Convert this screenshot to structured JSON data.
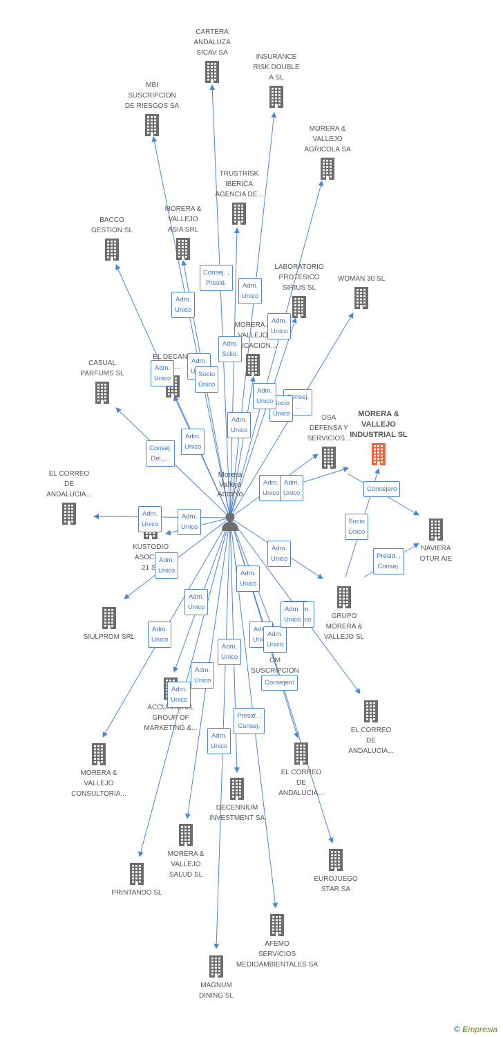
{
  "person": {
    "name_lines": [
      "Morera",
      "Vallejo",
      "Antonio"
    ]
  },
  "focus_company": {
    "lines": [
      "MORERA &",
      "VALLEJO",
      "INDUSTRIAL SL"
    ]
  },
  "companies": [
    {
      "id": "cartera",
      "lines": [
        "CARTERA",
        "ANDALUZA",
        "SICAV SA"
      ]
    },
    {
      "id": "insurance",
      "lines": [
        "INSURANCE",
        "RISK DOUBLE",
        "A SL"
      ]
    },
    {
      "id": "mbi",
      "lines": [
        "MBI",
        "SUSCRIPCION",
        "DE RIESGOS SA"
      ]
    },
    {
      "id": "agricola",
      "lines": [
        "MORERA &",
        "VALLEJO",
        "AGRICOLA SA"
      ]
    },
    {
      "id": "trustrisk",
      "lines": [
        "TRUSTRISK",
        "IBERICA",
        "AGENCIA DE..."
      ]
    },
    {
      "id": "bacco",
      "lines": [
        "BACCO",
        "GESTION SL"
      ]
    },
    {
      "id": "asia",
      "lines": [
        "MORERA &",
        "VALLEJO",
        "ASIA SRL"
      ]
    },
    {
      "id": "laboratorio",
      "lines": [
        "LABORATORIO",
        "PROTESICO",
        "SIRIUS SL"
      ]
    },
    {
      "id": "woman",
      "lines": [
        "WOMAN 30 SL"
      ]
    },
    {
      "id": "educacion",
      "lines": [
        "MORERA &",
        "VALLEJO",
        "EDUCACION..."
      ]
    },
    {
      "id": "decano",
      "lines": [
        "EL DECANO",
        "DE..."
      ]
    },
    {
      "id": "casual",
      "lines": [
        "CASUAL",
        "PARFUMS SL"
      ]
    },
    {
      "id": "dsa",
      "lines": [
        "DSA",
        "DEFENSA Y",
        "SERVICIOS..."
      ]
    },
    {
      "id": "correo1",
      "lines": [
        "EL CORREO",
        "DE",
        "ANDALUCIA..."
      ]
    },
    {
      "id": "kustodio",
      "lines": [
        "KUSTODIO",
        "ASOCIA...",
        "21 SL"
      ]
    },
    {
      "id": "naviera",
      "lines": [
        "NAVIERA",
        "OTUR AIE"
      ]
    },
    {
      "id": "grupo",
      "lines": [
        "GRUPO",
        "MORERA &",
        "VALLEJO SL"
      ]
    },
    {
      "id": "siulprom",
      "lines": [
        "SIULPROM SRL"
      ]
    },
    {
      "id": "om",
      "lines": [
        "OM",
        "SUSCRIPCION",
        "DE R..."
      ]
    },
    {
      "id": "correo2",
      "lines": [
        "EL CORREO",
        "DE",
        "ANDALUCIA..."
      ]
    },
    {
      "id": "accuracall",
      "lines": [
        "ACCURACALL",
        "GROUP OF",
        "MARKETING &..."
      ]
    },
    {
      "id": "consultoria",
      "lines": [
        "MORERA &",
        "VALLEJO",
        "CONSULTORIA..."
      ]
    },
    {
      "id": "correo3",
      "lines": [
        "EL CORREO",
        "DE",
        "ANDALUCIA..."
      ]
    },
    {
      "id": "decennium",
      "lines": [
        "DECENNIUM",
        "INVESTMENT SA"
      ]
    },
    {
      "id": "salud",
      "lines": [
        "MORERA &",
        "VALLEJO",
        "SALUD SL"
      ]
    },
    {
      "id": "eurojuego",
      "lines": [
        "EUROJUEGO",
        "STAR SA"
      ]
    },
    {
      "id": "printando",
      "lines": [
        "PRINTANDO SL"
      ]
    },
    {
      "id": "afemo",
      "lines": [
        "AFEMO",
        "SERVICIOS",
        "MEDIOAMBIENTALES SA"
      ]
    },
    {
      "id": "magnum",
      "lines": [
        "MAGNUM",
        "DINING SL"
      ]
    }
  ],
  "badges": [
    {
      "lines": [
        "Consej. ,",
        "Presid."
      ]
    },
    {
      "lines": [
        "Adm.",
        "Unico"
      ]
    },
    {
      "lines": [
        "Adm.",
        "Unico"
      ]
    },
    {
      "lines": [
        "Adm.",
        "Unico"
      ]
    },
    {
      "lines": [
        "Adm.",
        "Solid."
      ]
    },
    {
      "lines": [
        "Adm.",
        "Unico"
      ]
    },
    {
      "lines": [
        "Socio",
        "Único"
      ]
    },
    {
      "lines": [
        "Adm.",
        "Unico"
      ]
    },
    {
      "lines": [
        "Consej.",
        "..."
      ]
    },
    {
      "lines": [
        "Socio",
        "Único"
      ]
    },
    {
      "lines": [
        "Adm.",
        "Unico"
      ]
    },
    {
      "lines": [
        "Adm.",
        "Unico"
      ]
    },
    {
      "lines": [
        "Adm.",
        "Unico"
      ]
    },
    {
      "lines": [
        "Consej.",
        "Del.,..."
      ]
    },
    {
      "lines": [
        "Adm.",
        "Unico"
      ]
    },
    {
      "lines": [
        "Adm.",
        "Unico"
      ]
    },
    {
      "lines": [
        "Consejero"
      ]
    },
    {
      "lines": [
        "Adm.",
        "Unico"
      ]
    },
    {
      "lines": [
        "Adm.",
        "Unico"
      ]
    },
    {
      "lines": [
        "Socio",
        "Único"
      ]
    },
    {
      "lines": [
        "Adm.",
        "Unico"
      ]
    },
    {
      "lines": [
        "Presid. ,",
        "Consej."
      ]
    },
    {
      "lines": [
        "Adm.",
        "Unico"
      ]
    },
    {
      "lines": [
        "Adm.",
        "Unico"
      ]
    },
    {
      "lines": [
        "Adm.",
        "Unico"
      ]
    },
    {
      "lines": [
        "Adm.",
        "Unico"
      ]
    },
    {
      "lines": [
        "Adm.",
        "Unico"
      ]
    },
    {
      "lines": [
        "Adm.",
        "Unico"
      ]
    },
    {
      "lines": [
        "Adm.",
        "Unico"
      ]
    },
    {
      "lines": [
        "Consejero"
      ]
    },
    {
      "lines": [
        "Adm.",
        "Unico"
      ]
    },
    {
      "lines": [
        "Adm.",
        "Unico"
      ]
    },
    {
      "lines": [
        "Adm.",
        "Unico"
      ]
    },
    {
      "lines": [
        "Presid. ,",
        "Consej."
      ]
    },
    {
      "lines": [
        "Adm.",
        "Unico"
      ]
    },
    {
      "lines": [
        "Adm.",
        "Unico"
      ]
    },
    {
      "lines": [
        "Adm.",
        "Unico"
      ]
    }
  ],
  "colors": {
    "line": "#4a86d8",
    "building": "#6d6d6d",
    "focus_building": "#f0623a",
    "person": "#6d6d6d"
  },
  "icons": {
    "company": "building-icon",
    "person": "person-icon"
  },
  "footer": {
    "copyright": "©",
    "brand_e": "E",
    "brand_rest": "mpresia"
  }
}
